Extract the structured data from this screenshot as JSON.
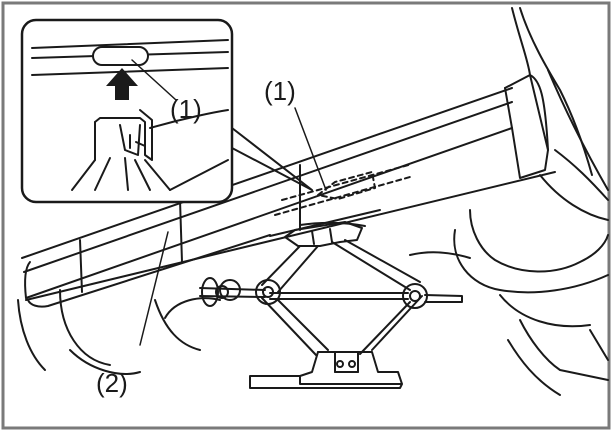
{
  "diagram": {
    "callouts": {
      "inset_label": "(1)",
      "main_label": "(1)",
      "sill_label": "(2)"
    },
    "colors": {
      "stroke": "#1a1a1a",
      "background": "#ffffff",
      "frame": "#7a7a7a"
    }
  }
}
